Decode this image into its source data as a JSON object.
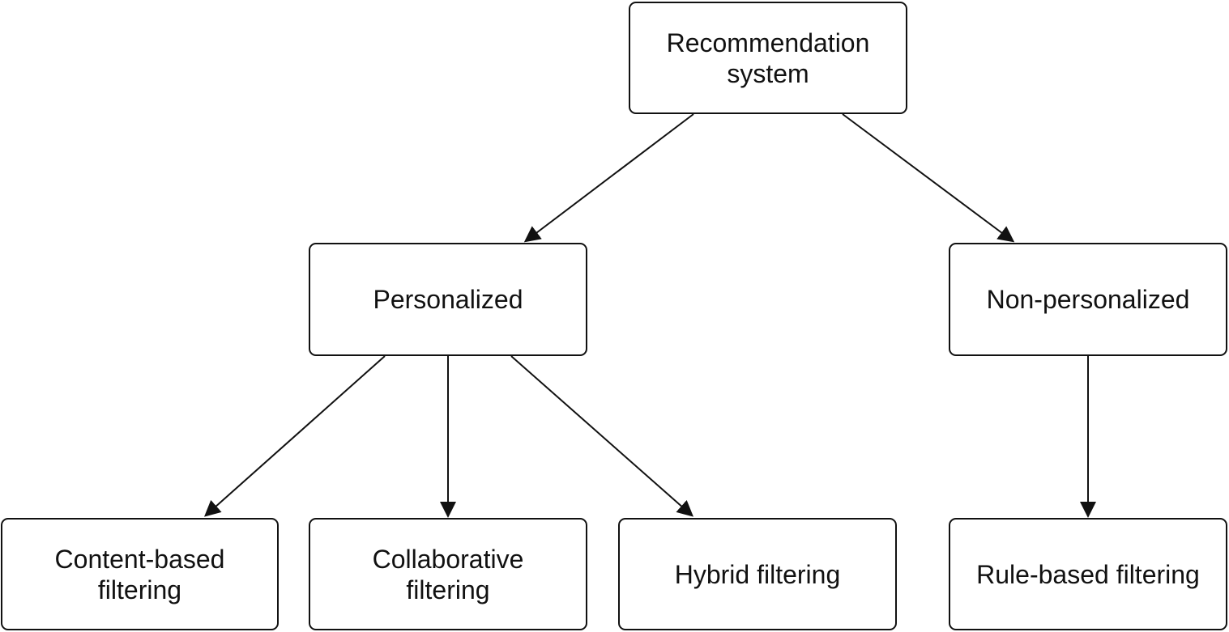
{
  "diagram": {
    "root": {
      "label": "Recommendation\nsystem"
    },
    "personalized": {
      "label": "Personalized"
    },
    "non_personalized": {
      "label": "Non-personalized"
    },
    "content_based": {
      "label": "Content-based\nfiltering"
    },
    "collaborative": {
      "label": "Collaborative\nfiltering"
    },
    "hybrid": {
      "label": "Hybrid filtering"
    },
    "rule_based": {
      "label": "Rule-based filtering"
    }
  },
  "colors": {
    "stroke": "#111111",
    "background": "#ffffff"
  }
}
